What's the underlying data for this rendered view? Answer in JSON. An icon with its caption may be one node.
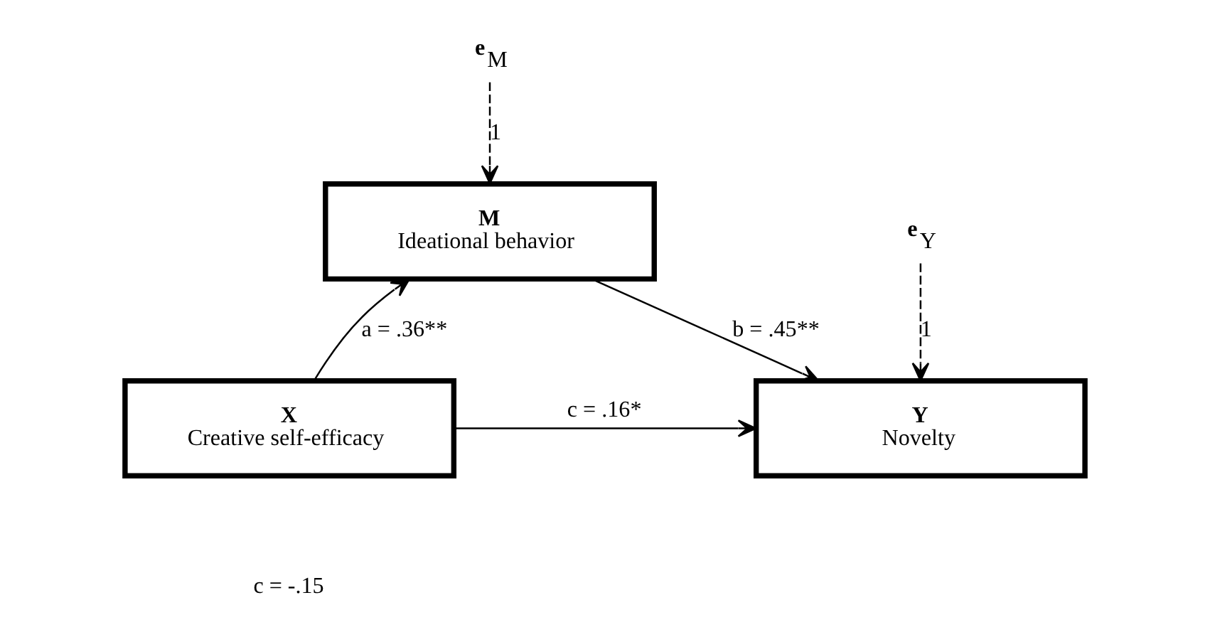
{
  "diagram": {
    "nodes": [
      {
        "text": [
          "e$_{M}$"
        ]
      },
      {
        "text": [
          "M",
          "Ideational behavior"
        ]
      },
      {
        "text": [
          "e$_{Y}$"
        ]
      },
      {
        "text": [
          "X",
          "Creative self-efficacy"
        ]
      },
      {
        "text": [
          "Y",
          "Novelty"
        ]
      }
    ],
    "edges": [
      {
        "from": 0,
        "to": 1,
        "arrow": "to",
        "style": "dashed",
        "label": "1"
      },
      {
        "from": 3,
        "to": 1,
        "arrow": "to",
        "label": "a = .36**"
      },
      {
        "from": 1,
        "to": 4,
        "arrow": "to",
        "label": "b = .45**"
      },
      {
        "from": 2,
        "to": 4,
        "arrow": "to",
        "style": "dashed",
        "label": "1"
      },
      {
        "from": 3,
        "to": 4,
        "arrow": "to",
        "label": "c = .16*"
      }
    ],
    "labels": [
      "c = -.15"
    ]
  }
}
